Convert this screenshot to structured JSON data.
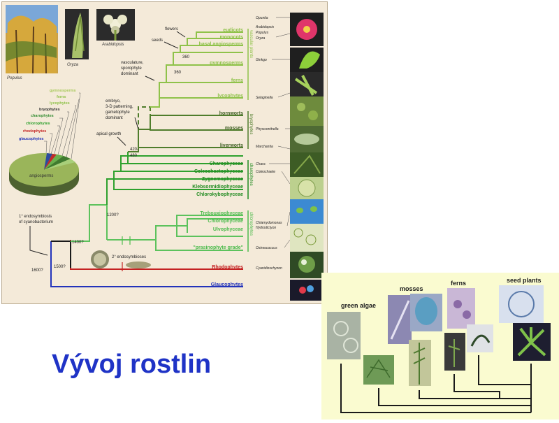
{
  "slide": {
    "title": "Vývoj rostlin"
  },
  "main_figure": {
    "photo_labels": {
      "populus": "Populus",
      "oryza": "Oryza",
      "arabidopsis": "Arabidopsis"
    },
    "pie": {
      "labels": [
        "gymnosperms",
        "ferns",
        "lycophytes",
        "bryophytes",
        "charophytes",
        "chlorophytes",
        "rhodophytes",
        "glaucophytes"
      ],
      "center_label": "angiosperms"
    },
    "events": {
      "flowers": "flowers",
      "seeds": "seeds",
      "vasculature": [
        "vasculature,",
        "sporophyte",
        "dominant"
      ],
      "embryo": [
        "embryo,",
        "3-D patterning,",
        "gametophyte",
        "dominant"
      ],
      "apical": "apical growth",
      "endo1": [
        "1° endosymbiosis",
        "of cyanobacterium"
      ],
      "endo2": "2° endosymbioses"
    },
    "ages": [
      "360",
      "360",
      "420-",
      "480",
      "1200?",
      "1400?",
      "1500?",
      "1600?"
    ],
    "taxa": [
      "eudicots",
      "monocots",
      "basal angiosperms",
      "gymnosperms",
      "ferns",
      "lycophytes",
      "hornworts",
      "mosses",
      "liverworts",
      "Charophyceae",
      "Coleochaetophyceae",
      "Zygnemophyceae",
      "Klebsormidiophyceae",
      "Chlorokybophyceae",
      "Trebouxiophyceae",
      "Chlorophyceae",
      "Ulvophyceae",
      "\"prasinophyte grade\"",
      "Rhodophytes",
      "Glaucophytes"
    ],
    "groups": {
      "vascular": "vascular plants",
      "bryophytes": "bryophytes",
      "charophytes": "charophytes",
      "chlorophytes": "chlorophytes"
    },
    "species": [
      "Opuntia",
      "Arabidopsis",
      "Populus",
      "Oryza",
      "Ginkgo",
      "Selaginella",
      "Physcomitrella",
      "Marchantia",
      "Chara",
      "Coleochaete",
      "Chlamydomonas",
      "Hydrodictyon",
      "Ostreococcus",
      "Cyanidioschyzon"
    ]
  },
  "second_figure": {
    "labels": {
      "green_algae": "green algae",
      "mosses": "mosses",
      "ferns": "ferns",
      "seed_plants": "seed plants"
    }
  },
  "colors": {
    "title": "#1f33c6",
    "light_green": "#8fc24a",
    "dark_green": "#4f7d2c",
    "bright_green": "#27b127",
    "red": "#c42222",
    "blue": "#2233bb",
    "background": "#f4ead9"
  }
}
